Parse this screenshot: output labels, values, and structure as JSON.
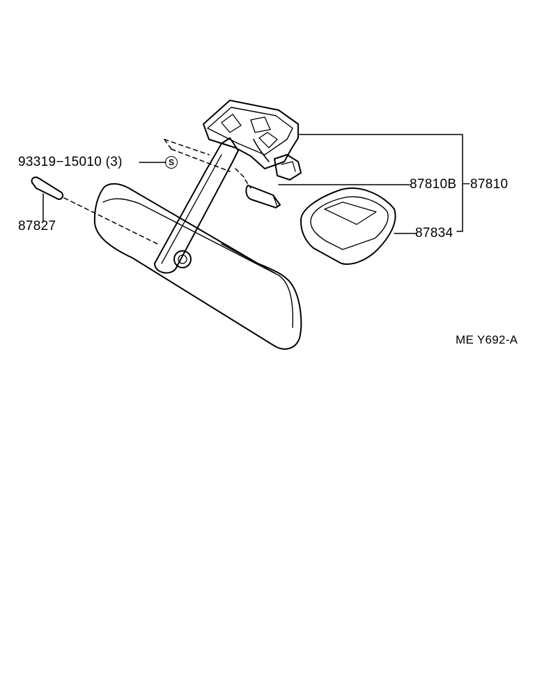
{
  "labels": {
    "bolt": "93319−15010 (3)",
    "bulb": "87827",
    "lamp_sub": "87810B",
    "lamp_assy": "87810",
    "lens": "87834",
    "diagram_code": "ME Y692-A"
  },
  "symbols": {
    "s_mark": "S"
  }
}
